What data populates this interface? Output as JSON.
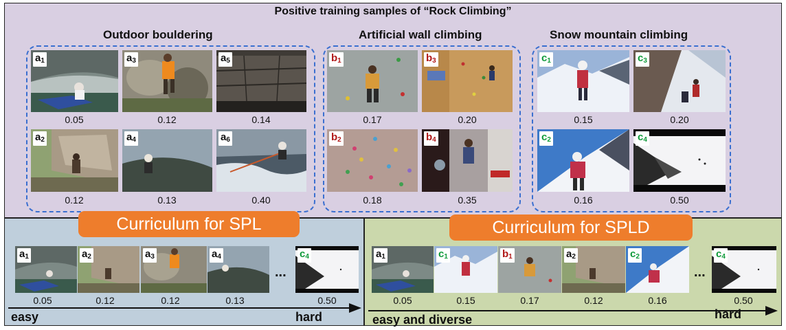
{
  "header": {
    "title": "Positive training samples of “Rock Climbing”"
  },
  "groups": [
    {
      "title": "Outdoor bouldering"
    },
    {
      "title": "Artificial wall climbing"
    },
    {
      "title": "Snow mountain climbing"
    }
  ],
  "samples": {
    "a1": {
      "letter": "a",
      "index": "1",
      "score": "0.05",
      "color": "#111111"
    },
    "a2": {
      "letter": "a",
      "index": "2",
      "score": "0.12",
      "color": "#111111"
    },
    "a3": {
      "letter": "a",
      "index": "3",
      "score": "0.12",
      "color": "#111111"
    },
    "a4": {
      "letter": "a",
      "index": "4",
      "score": "0.13",
      "color": "#111111"
    },
    "a5": {
      "letter": "a",
      "index": "5",
      "score": "0.14",
      "color": "#111111"
    },
    "a6": {
      "letter": "a",
      "index": "6",
      "score": "0.40",
      "color": "#111111"
    },
    "b1": {
      "letter": "b",
      "index": "1",
      "score": "0.17",
      "color": "#b01818"
    },
    "b2": {
      "letter": "b",
      "index": "2",
      "score": "0.18",
      "color": "#b01818"
    },
    "b3": {
      "letter": "b",
      "index": "3",
      "score": "0.20",
      "color": "#b01818"
    },
    "b4": {
      "letter": "b",
      "index": "4",
      "score": "0.35",
      "color": "#b01818"
    },
    "c1": {
      "letter": "c",
      "index": "1",
      "score": "0.15",
      "color": "#0f9a3a"
    },
    "c2": {
      "letter": "c",
      "index": "2",
      "score": "0.16",
      "color": "#0f9a3a"
    },
    "c3": {
      "letter": "c",
      "index": "3",
      "score": "0.20",
      "color": "#0f9a3a"
    },
    "c4": {
      "letter": "c",
      "index": "4",
      "score": "0.50",
      "color": "#0f9a3a"
    }
  },
  "spl": {
    "title": "Curriculum for SPL",
    "sequence": [
      {
        "letter": "a",
        "index": "1",
        "score": "0.05"
      },
      {
        "letter": "a",
        "index": "2",
        "score": "0.12"
      },
      {
        "letter": "a",
        "index": "3",
        "score": "0.12"
      },
      {
        "letter": "a",
        "index": "4",
        "score": "0.13"
      },
      {
        "letter": "c",
        "index": "4",
        "score": "0.50"
      }
    ],
    "ellipsis": "...",
    "start_label": "easy",
    "end_label": "hard"
  },
  "spld": {
    "title": "Curriculum for SPLD",
    "sequence": [
      {
        "letter": "a",
        "index": "1",
        "score": "0.05"
      },
      {
        "letter": "c",
        "index": "1",
        "score": "0.15"
      },
      {
        "letter": "b",
        "index": "1",
        "score": "0.17"
      },
      {
        "letter": "a",
        "index": "2",
        "score": "0.12"
      },
      {
        "letter": "c",
        "index": "2",
        "score": "0.16"
      },
      {
        "letter": "c",
        "index": "4",
        "score": "0.50"
      }
    ],
    "ellipsis": "...",
    "start_label": "easy and diverse",
    "end_label": "hard"
  },
  "colors": {
    "top_panel": "#d9cfe2",
    "spl_panel": "#bfcfdc",
    "spld_panel": "#cbd8ac",
    "group_border": "#3a6fd0",
    "pill": "#ee7d2c",
    "label_a": "#111111",
    "label_b": "#b01818",
    "label_c": "#0f9a3a"
  }
}
